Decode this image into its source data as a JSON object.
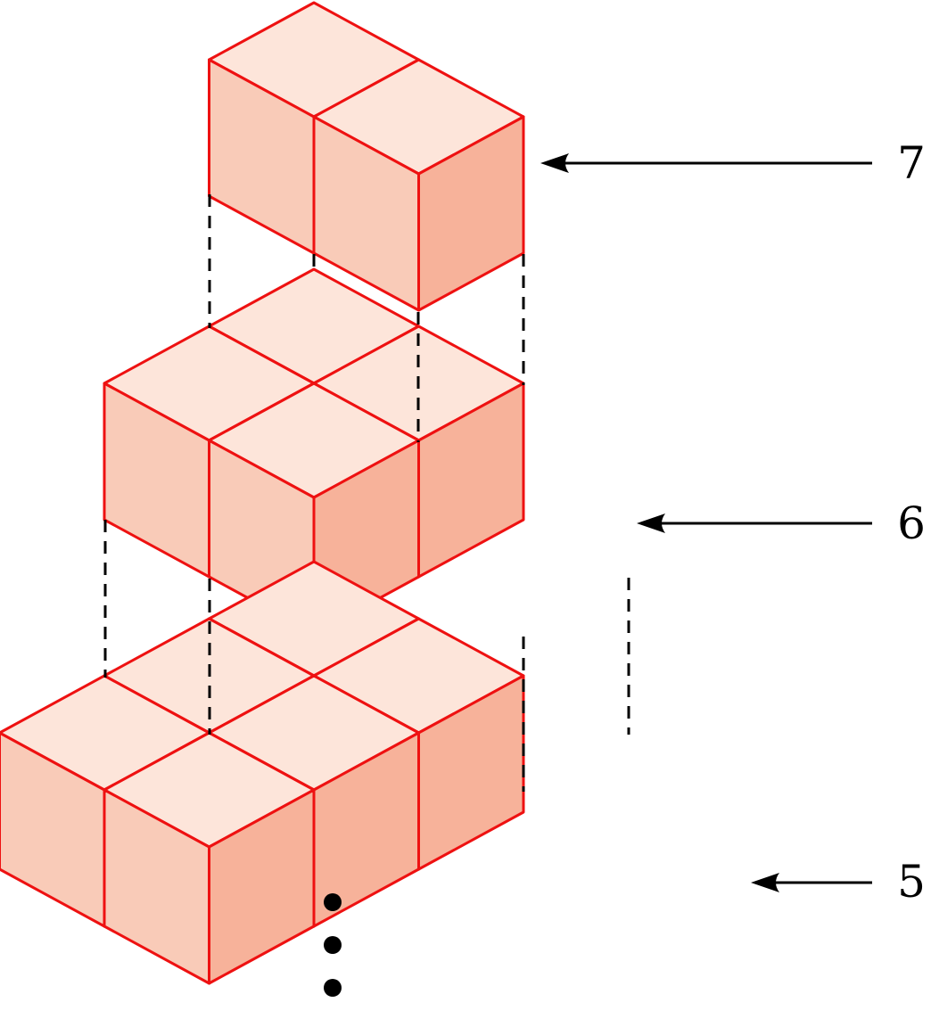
{
  "colors": {
    "edge": "#ee1111",
    "top_face": "#fde5da",
    "left_face": "#f9cbb8",
    "right_face": "#f7b29a",
    "line": "#000000",
    "background": "#ffffff"
  },
  "layers": [
    {
      "label": "7",
      "cubes": [
        [
          0,
          0
        ],
        [
          1,
          0
        ]
      ]
    },
    {
      "label": "6",
      "cubes": [
        [
          0,
          0
        ],
        [
          1,
          0
        ],
        [
          0,
          1
        ],
        [
          1,
          1
        ]
      ]
    },
    {
      "label": "5",
      "cubes": [
        [
          0,
          0
        ],
        [
          1,
          0
        ],
        [
          0,
          1
        ],
        [
          1,
          1
        ],
        [
          0,
          2
        ],
        [
          1,
          2
        ]
      ]
    }
  ],
  "continuation_marker": "vertical-ellipsis"
}
